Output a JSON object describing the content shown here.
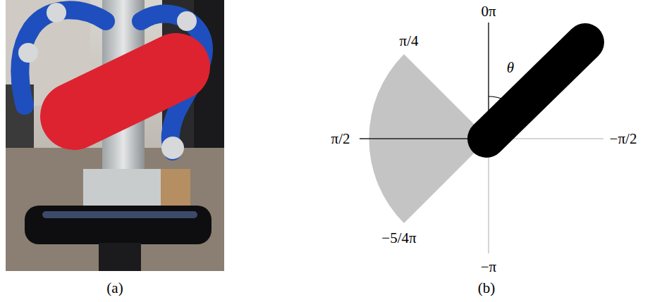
{
  "diagram": {
    "labels": [
      "(a)",
      "π/4",
      "0π",
      "θ",
      "π/2",
      "−π/2",
      "−5/4π",
      "−π",
      "(b)"
    ]
  }
}
